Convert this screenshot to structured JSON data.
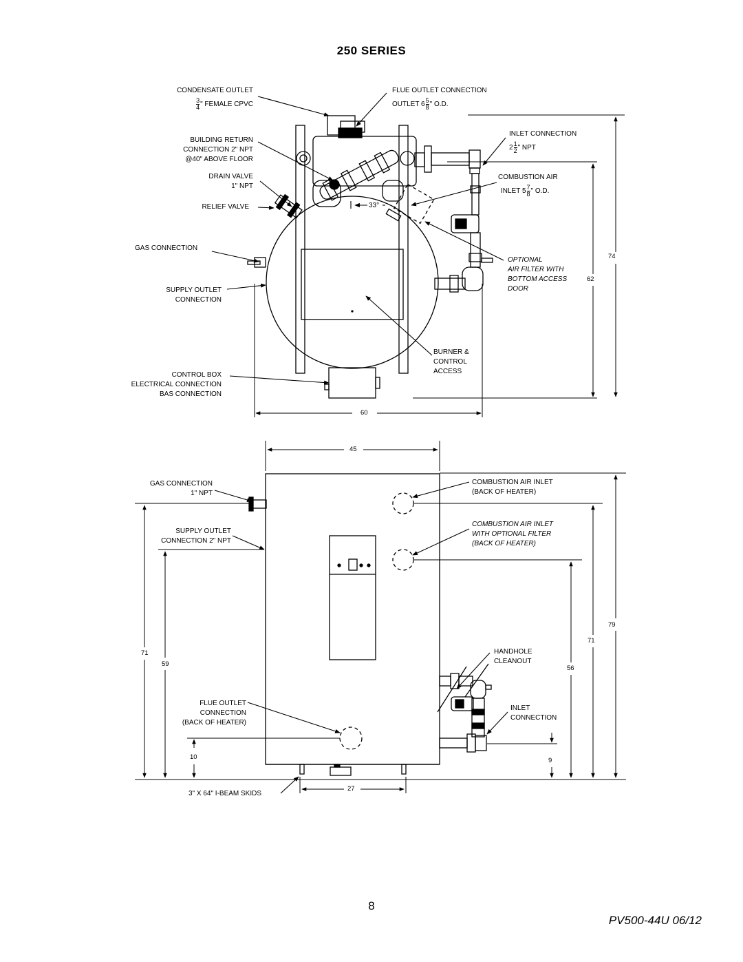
{
  "title": "250 SERIES",
  "top_view": {
    "labels": {
      "condensate_outlet": "CONDENSATE OUTLET",
      "condensate_size_num": "3",
      "condensate_size_den": "4",
      "condensate_size_rest": "\" FEMALE CPVC",
      "building_return_1": "BUILDING RETURN",
      "building_return_2": "CONNECTION 2\" NPT",
      "building_return_3": "@40\" ABOVE FLOOR",
      "drain_valve_1": "DRAIN VALVE",
      "drain_valve_2": "1\" NPT",
      "relief_valve": "RELIEF VALVE",
      "gas_connection": "GAS CONNECTION",
      "supply_outlet_1": "SUPPLY OUTLET",
      "supply_outlet_2": "CONNECTION",
      "control_box_1": "CONTROL BOX",
      "control_box_2": "ELECTRICAL CONNECTION",
      "control_box_3": "BAS CONNECTION",
      "flue_outlet_1": "FLUE OUTLET CONNECTION",
      "flue_outlet_pre": "OUTLET 6",
      "flue_outlet_num": "5",
      "flue_outlet_den": "8",
      "flue_outlet_rest": "\" O.D.",
      "inlet_connection_1": "INLET CONNECTION",
      "inlet_pre": "2",
      "inlet_num": "1",
      "inlet_den": "2",
      "inlet_rest": "\" NPT",
      "combustion_air_1": "COMBUSTION AIR",
      "combustion_air_pre": "INLET 5",
      "combustion_air_num": "7",
      "combustion_air_den": "8",
      "combustion_air_rest": "\" O.D.",
      "optional_1": "OPTIONAL",
      "optional_2": "AIR FILTER WITH",
      "optional_3": "BOTTOM ACCESS",
      "optional_4": "DOOR",
      "burner_1": "BURNER &",
      "burner_2": "CONTROL",
      "burner_3": "ACCESS",
      "angle": "33°"
    },
    "dimensions": {
      "width": "60",
      "height_overall": "74",
      "height_inner": "62"
    }
  },
  "front_view": {
    "labels": {
      "gas_connection_1": "GAS CONNECTION",
      "gas_connection_2": "1\" NPT",
      "supply_outlet_1": "SUPPLY OUTLET",
      "supply_outlet_2": "CONNECTION 2\" NPT",
      "flue_outlet_1": "FLUE OUTLET",
      "flue_outlet_2": "CONNECTION",
      "flue_outlet_3": "(BACK OF HEATER)",
      "skids": "3\" X 64\" I-BEAM SKIDS",
      "combustion_air_inlet_1": "COMBUSTION AIR INLET",
      "combustion_air_inlet_2": "(BACK OF HEATER)",
      "combustion_filter_1": "COMBUSTION AIR INLET",
      "combustion_filter_2": "WITH OPTIONAL FILTER",
      "combustion_filter_3": "(BACK OF HEATER)",
      "handhole_1": "HANDHOLE",
      "handhole_2": "CLEANOUT",
      "inlet_connection_1": "INLET",
      "inlet_connection_2": "CONNECTION"
    },
    "dimensions": {
      "width": "45",
      "skid_width": "27",
      "left_71": "71",
      "left_59": "59",
      "left_10": "10",
      "right_79": "79",
      "right_71": "71",
      "right_56": "56",
      "right_9": "9"
    }
  },
  "page_number": "8",
  "footer": "PV500-44U  06/12"
}
